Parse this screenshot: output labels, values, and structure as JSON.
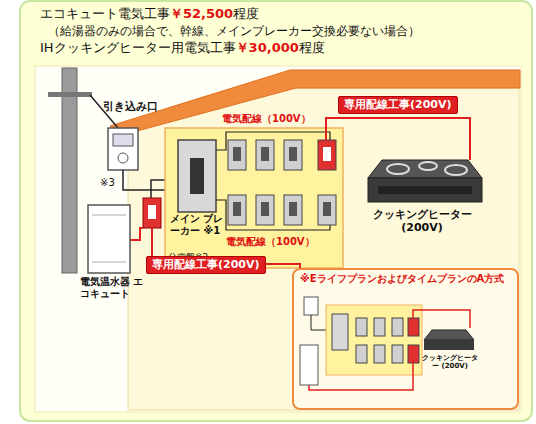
{
  "diagram": {
    "nodes": [
      {
        "text": [
          "専用配線工事(200V)"
        ]
      },
      {
        "text": [
          "専用配線工事(200V)"
        ]
      },
      {
        "text": [
          "※EライフプランおよびタイムプランのA方式"
        ]
      }
    ],
    "labels": [
      "エコキュート電気工事",
      "￥52,500",
      "程度",
      "（給湯器のみの場合で、幹線、メインブレーカー交換必要ない場合）",
      "IHクッキングヒーター用電気工事",
      "￥30,000",
      "程度",
      "引き込み口",
      "※3",
      "電気配線（100V）",
      "電気配線（100V）",
      "メイン ブレーカー ※1",
      "分電盤※2",
      "クッキングヒーター (200V)",
      "電気温水器 エコキュート",
      "クッキングヒーター (200V)"
    ]
  }
}
